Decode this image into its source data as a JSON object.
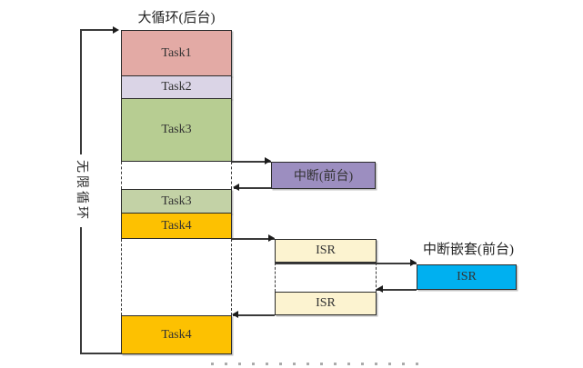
{
  "diagram": {
    "title": "大循环(后台)",
    "loop_label": "无限循环",
    "segments": [
      {
        "name": "task1",
        "label": "Task1",
        "color": "#e3aaa5"
      },
      {
        "name": "task2",
        "label": "Task2",
        "color": "#dad4e6"
      },
      {
        "name": "task3",
        "label": "Task3",
        "color": "#b7cd92"
      },
      {
        "name": "task3-resume",
        "label": "Task3",
        "color": "#c3d2a6"
      },
      {
        "name": "task4",
        "label": "Task4",
        "color": "#fdc101"
      },
      {
        "name": "task4-resume",
        "label": "Task4",
        "color": "#fdc101"
      }
    ],
    "interrupt": {
      "label": "中断(前台)",
      "color": "#9c8ec0"
    },
    "isr_first": {
      "label": "ISR",
      "color": "#fcf3d0"
    },
    "isr_second": {
      "label": "ISR",
      "color": "#fcf3d0"
    },
    "nested": {
      "title": "中断嵌套(前台)",
      "isr_label": "ISR",
      "color": "#00b0f0"
    },
    "line_color": "#3a3a3a"
  }
}
